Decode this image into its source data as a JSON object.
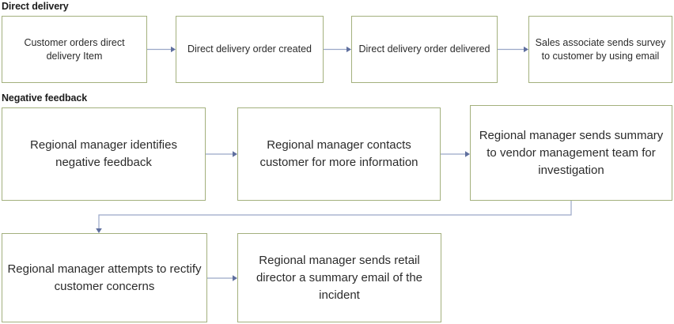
{
  "diagram": {
    "title_colors": {
      "box_border": "#a3b07d",
      "connector": "#9aa7c7",
      "arrowhead": "#5f6f9e",
      "text": "#2b2b2b",
      "header_text": "#1c1c1c",
      "background": "#ffffff"
    },
    "sections": [
      {
        "id": "direct-delivery",
        "label": "Direct delivery"
      },
      {
        "id": "negative-feedback",
        "label": "Negative feedback"
      }
    ],
    "rows": [
      {
        "id": "row-direct-delivery",
        "nodes": [
          {
            "id": "dd-1",
            "label": "Customer orders direct delivery Item"
          },
          {
            "id": "dd-2",
            "label": "Direct delivery order created"
          },
          {
            "id": "dd-3",
            "label": "Direct delivery order delivered"
          },
          {
            "id": "dd-4",
            "label": "Sales associate sends survey to customer by using email"
          }
        ]
      },
      {
        "id": "row-negative-feedback-1",
        "nodes": [
          {
            "id": "nf-1",
            "label": "Regional manager identifies negative feedback"
          },
          {
            "id": "nf-2",
            "label": "Regional manager contacts customer for more information"
          },
          {
            "id": "nf-3",
            "label": "Regional manager sends summary to vendor management team for investigation"
          }
        ]
      },
      {
        "id": "row-negative-feedback-2",
        "nodes": [
          {
            "id": "nf-4",
            "label": "Regional manager attempts to rectify customer concerns"
          },
          {
            "id": "nf-5",
            "label": "Regional manager sends retail director a summary email of the incident"
          }
        ]
      }
    ],
    "connectors": [
      {
        "id": "dd-1-to-dd-2",
        "from": "dd-1",
        "to": "dd-2",
        "kind": "straight-right"
      },
      {
        "id": "dd-2-to-dd-3",
        "from": "dd-2",
        "to": "dd-3",
        "kind": "straight-right"
      },
      {
        "id": "dd-3-to-dd-4",
        "from": "dd-3",
        "to": "dd-4",
        "kind": "straight-right"
      },
      {
        "id": "nf-1-to-nf-2",
        "from": "nf-1",
        "to": "nf-2",
        "kind": "straight-right"
      },
      {
        "id": "nf-2-to-nf-3",
        "from": "nf-2",
        "to": "nf-3",
        "kind": "straight-right"
      },
      {
        "id": "nf-3-to-nf-4",
        "from": "nf-3",
        "to": "nf-4",
        "kind": "elbow-down-left-down"
      },
      {
        "id": "nf-4-to-nf-5",
        "from": "nf-4",
        "to": "nf-5",
        "kind": "straight-right"
      }
    ]
  }
}
